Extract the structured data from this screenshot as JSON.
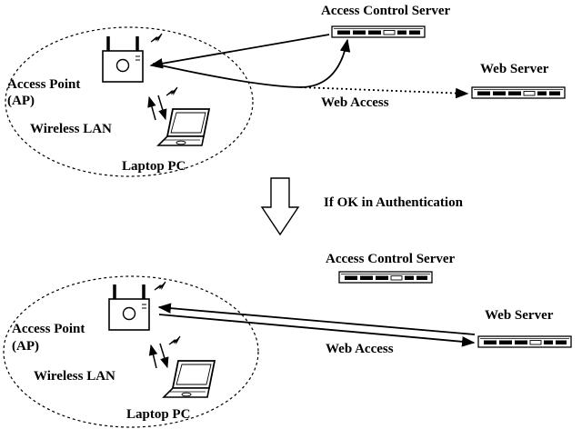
{
  "colors": {
    "ink": "#000000",
    "background": "#ffffff"
  },
  "top": {
    "access_control_server": "Access Control Server",
    "web_server": "Web Server",
    "access_point_line1": "Access Point",
    "access_point_line2": "(AP)",
    "wireless_lan": "Wireless LAN",
    "laptop_pc": "Laptop PC",
    "web_access": "Web Access"
  },
  "transition": {
    "label": "If OK in Authentication"
  },
  "bottom": {
    "access_control_server": "Access Control Server",
    "web_server": "Web Server",
    "access_point_line1": "Access Point",
    "access_point_line2": "(AP)",
    "wireless_lan": "Wireless LAN",
    "laptop_pc": "Laptop PC",
    "web_access": "Web Access"
  }
}
